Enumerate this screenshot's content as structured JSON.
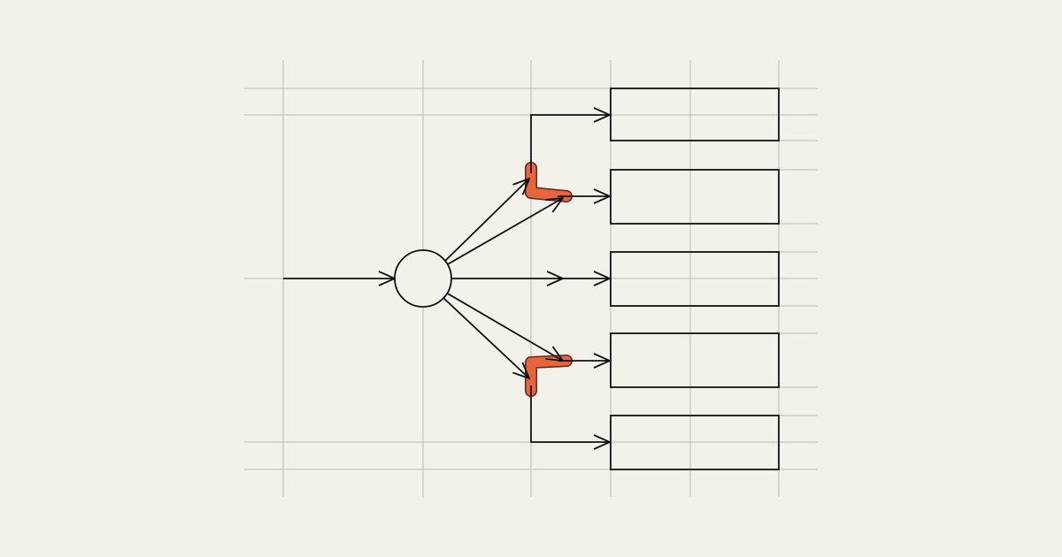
{
  "diagram": {
    "colors": {
      "background": "#f2f2ea",
      "grid": "#b9bab2",
      "stroke": "#111111",
      "highlight": "#e8643c",
      "highlight_outline": "#5a2a1c"
    },
    "source_node": {
      "shape": "circle",
      "label": ""
    },
    "targets": [
      {
        "id": "t1",
        "label": ""
      },
      {
        "id": "t2",
        "label": ""
      },
      {
        "id": "t3",
        "label": ""
      },
      {
        "id": "t4",
        "label": ""
      },
      {
        "id": "t5",
        "label": ""
      }
    ],
    "edges": [
      {
        "from": "input",
        "to": "source_node"
      },
      {
        "from": "source_node",
        "to": "t2",
        "route": "direct"
      },
      {
        "from": "source_node",
        "to": "t1",
        "route": "via-elbow",
        "highlighted_bend": true
      },
      {
        "from": "source_node",
        "to": "t2",
        "route": "via-elbow",
        "highlighted_bend": true
      },
      {
        "from": "source_node",
        "to": "t3",
        "route": "direct"
      },
      {
        "from": "source_node",
        "to": "t4",
        "route": "via-elbow",
        "highlighted_bend": true
      },
      {
        "from": "source_node",
        "to": "t5",
        "route": "via-elbow",
        "highlighted_bend": true
      }
    ]
  }
}
